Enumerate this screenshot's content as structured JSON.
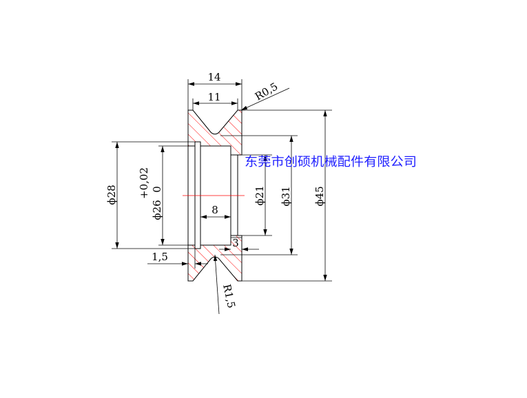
{
  "labels": {
    "dim_14": "14",
    "dim_11": "11",
    "r_0_5": "R0,5",
    "dia_28": "ϕ28",
    "tol_upper": "+0,02",
    "tol_lower": "0",
    "dia_26": "ϕ26",
    "dim_8": "8",
    "dim_3": "3",
    "dim_1_5": "1,5",
    "r_1_5": "R1,5",
    "dia_21": "ϕ21",
    "dia_31": "ϕ31",
    "dia_45": "ϕ45"
  },
  "watermark": "东莞市创硕机械配件有限公司",
  "colors": {
    "hatch": "#ff0000",
    "outline": "#000000",
    "watermark": "#1f1fff",
    "background": "#ffffff"
  }
}
